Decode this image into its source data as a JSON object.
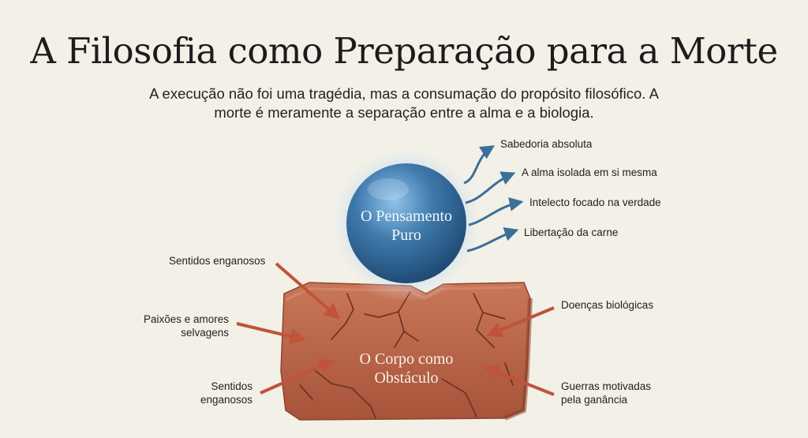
{
  "title": "A Filosofia como Preparação para a Morte",
  "subtitle": "A execução não foi uma tragédia, mas a consumação do propósito filosófico. A morte é meramente a separação entre a alma e a biologia.",
  "sphere": {
    "label": "O Pensamento Puro",
    "color": "#3f79a8",
    "aspirations": [
      "Sabedoria absoluta",
      "A alma isolada em si mesma",
      "Intelecto focado na verdade",
      "Libertação da carne"
    ]
  },
  "block": {
    "label": "O Corpo como Obstáculo",
    "color": "#b8644a",
    "left_obstacles": [
      "Sentidos enganosos",
      "Paixões e amores selvagens",
      "Sentidos enganosos"
    ],
    "right_obstacles": [
      "Doenças biológicas",
      "Guerras motivadas pela ganância"
    ]
  }
}
